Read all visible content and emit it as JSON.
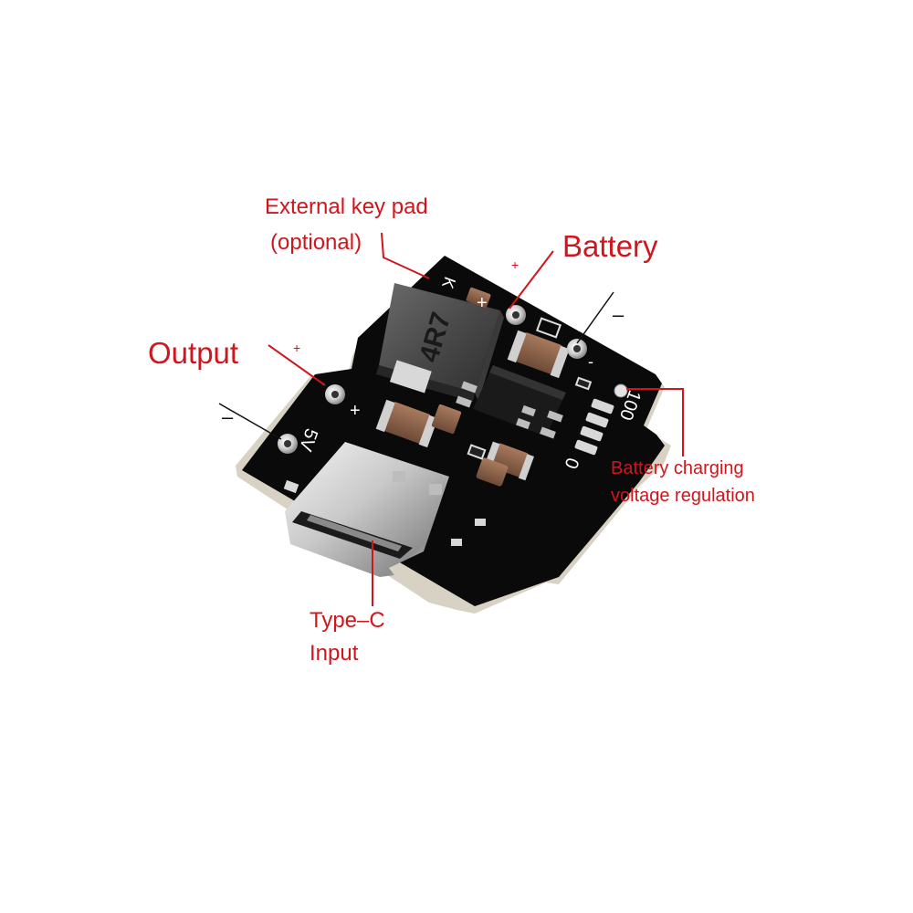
{
  "colors": {
    "annotation": "#d0161c",
    "pcb": "#0b0b0b",
    "pcb_edge": "#d9d4c8",
    "background": "#ffffff"
  },
  "annotations": {
    "external_key_line1": "External key pad",
    "external_key_line2": "(optional)",
    "battery": "Battery",
    "battery_plus": "+",
    "battery_minus": "–",
    "output": "Output",
    "output_plus": "+",
    "output_minus": "–",
    "charging_line1": "Battery charging",
    "charging_line2": "voltage regulation",
    "typec_line1": "Type–C",
    "typec_line2": "Input"
  },
  "silkscreen": {
    "k": "K",
    "plus_battery": "+",
    "plus_output": "+",
    "five_v": "5V",
    "minus_battery": "-",
    "scale_high": "100",
    "scale_low": "0"
  },
  "inductor": {
    "marking": "4R7"
  }
}
